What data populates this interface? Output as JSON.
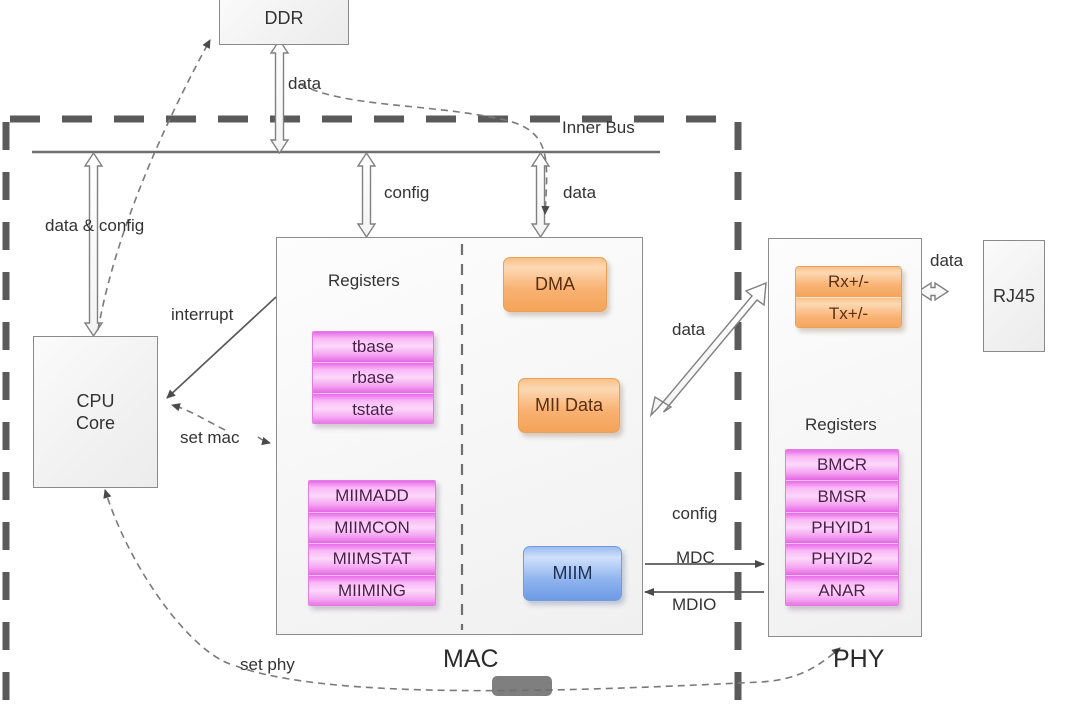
{
  "diagram": {
    "title_mac": "MAC",
    "title_phy": "PHY",
    "inner_bus_label": "Inner Bus"
  },
  "blocks": {
    "ddr": "DDR",
    "cpu_core": "CPU\nCore",
    "cpu_core_line1": "CPU",
    "cpu_core_line2": "Core",
    "rj45": "RJ45",
    "dma": "DMA",
    "mii_data": "MII Data",
    "miim": "MIIM",
    "mac_registers_label": "Registers",
    "phy_registers_label": "Registers"
  },
  "mac_registers_top": [
    "tbase",
    "rbase",
    "tstate"
  ],
  "mac_registers_bottom": [
    "MIIMADD",
    "MIIMCON",
    "MIIMSTAT",
    "MIIMING"
  ],
  "phy_media": [
    "Rx+/-",
    "Tx+/-"
  ],
  "phy_registers": [
    "BMCR",
    "BMSR",
    "PHYID1",
    "PHYID2",
    "ANAR"
  ],
  "edge_labels": {
    "ddr_data": "data",
    "bus_config": "config",
    "bus_data": "data",
    "cpu_data_config": "data & config",
    "interrupt": "interrupt",
    "set_mac": "set mac",
    "set_phy": "set phy",
    "mac_phy_data": "data",
    "mac_phy_config": "config",
    "mdc": "MDC",
    "mdio": "MDIO",
    "phy_rj45_data": "data"
  },
  "colors": {
    "register_pink": "#ef7aef",
    "module_orange": "#f9b273",
    "module_blue": "#9dbcf0",
    "box_grey": "#f2f2f2",
    "line_grey": "#6f6f6f",
    "boundary_dash": "#595959",
    "text": "#333333"
  }
}
